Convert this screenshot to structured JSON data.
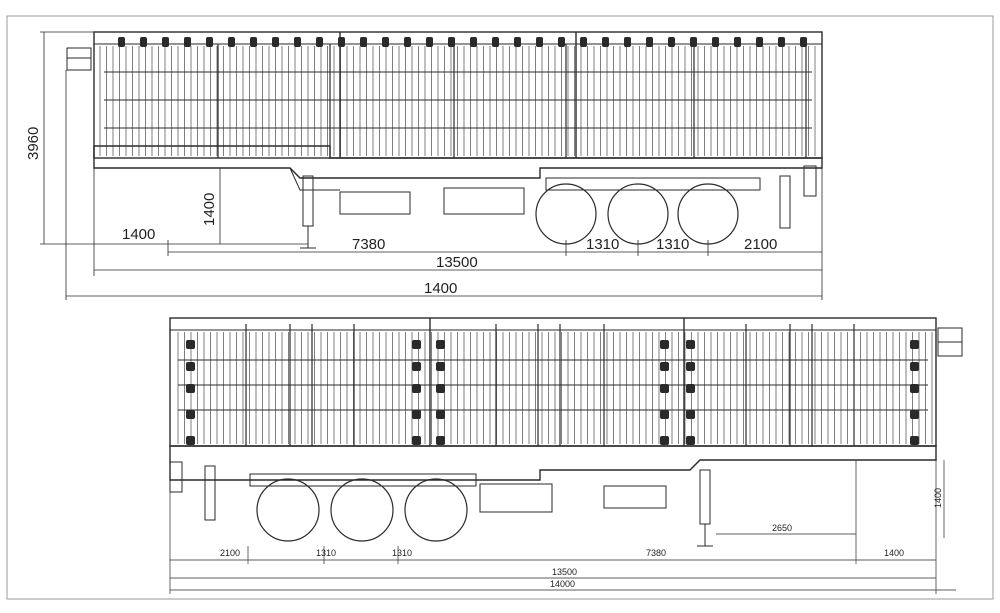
{
  "colors": {
    "ink": "#2a2a2a",
    "frame": "#9a9a9a",
    "background": "#ffffff"
  },
  "top_view": {
    "height_label": "3960",
    "rear_overhang_label": "1400",
    "deck_height_label": "1400",
    "kingpin_to_axle_label": "7380",
    "axle_spacing_1_label": "1310",
    "axle_spacing_2_label": "1310",
    "rear_label": "2100",
    "length_label": "13500",
    "overall_label": "1400"
  },
  "bottom_view": {
    "rear_label": "2100",
    "axle_spacing_1_label": "1310",
    "axle_spacing_2_label": "1310",
    "kingpin_to_axle_label": "7380",
    "front_label": "1400",
    "landing_gear_label": "2650",
    "deck_height_label": "1400",
    "length_label": "13500",
    "overall_label": "14000"
  }
}
